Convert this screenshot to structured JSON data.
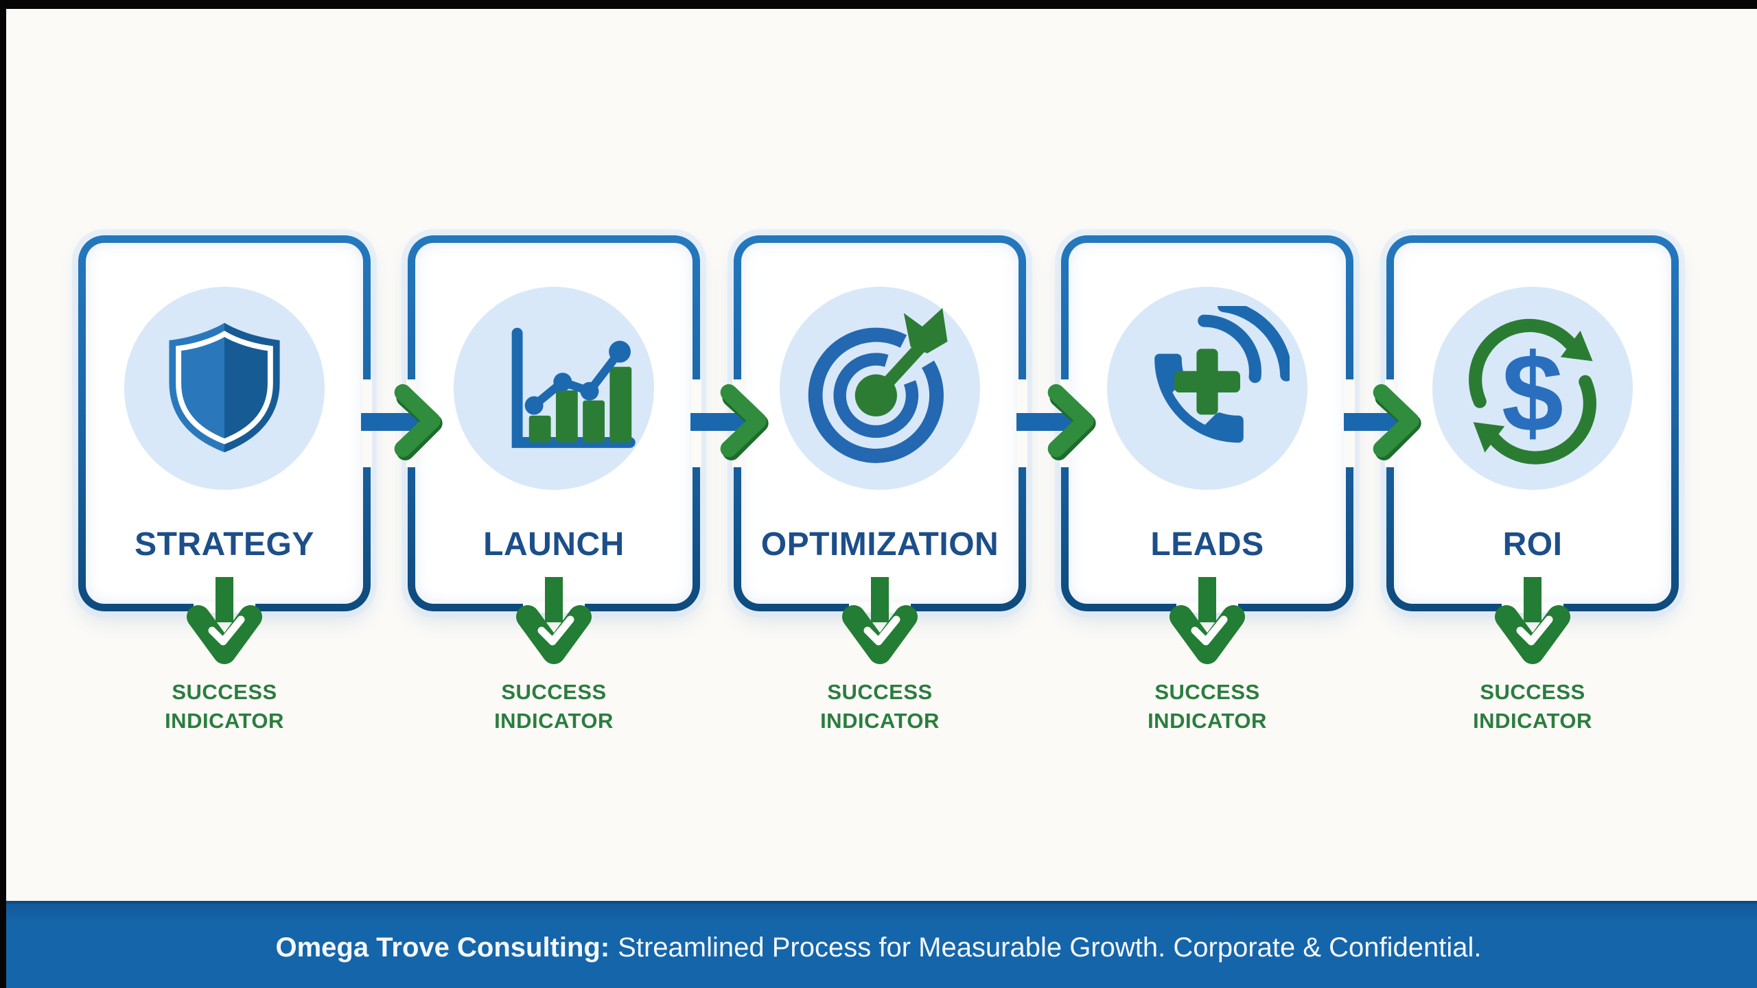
{
  "steps": [
    {
      "label": "STRATEGY",
      "icon": "shield-icon",
      "indicator_line1": "SUCCESS",
      "indicator_line2": "INDICATOR"
    },
    {
      "label": "LAUNCH",
      "icon": "growth-chart-icon",
      "indicator_line1": "SUCCESS",
      "indicator_line2": "INDICATOR"
    },
    {
      "label": "OPTIMIZATION",
      "icon": "target-dart-icon",
      "indicator_line1": "SUCCESS",
      "indicator_line2": "INDICATOR"
    },
    {
      "label": "LEADS",
      "icon": "phone-add-call-icon",
      "indicator_line1": "SUCCESS",
      "indicator_line2": "INDICATOR"
    },
    {
      "label": "ROI",
      "icon": "dollar-cycle-icon",
      "indicator_line1": "SUCCESS",
      "indicator_line2": "INDICATOR"
    }
  ],
  "flow": {
    "connector_icon": "green-chevron-right-icon",
    "down_arrow_icon": "green-down-arrow-check-icon"
  },
  "footer": {
    "brand": "Omega Trove Consulting:",
    "tagline": "Streamlined Process for Measurable Growth. Corporate & Confidential."
  },
  "colors": {
    "border_blue_top": "#2478bd",
    "border_blue_bottom": "#0e4a7d",
    "icon_blue": "#1d69b0",
    "navy_text": "#1c4e89",
    "green": "#2b7d36",
    "green_dark": "#1e6b2b",
    "circle_bg": "#d8e8f8",
    "page_bg": "#fbfaf7",
    "banner_bg": "#1565aa",
    "letterbox": "#000000"
  }
}
